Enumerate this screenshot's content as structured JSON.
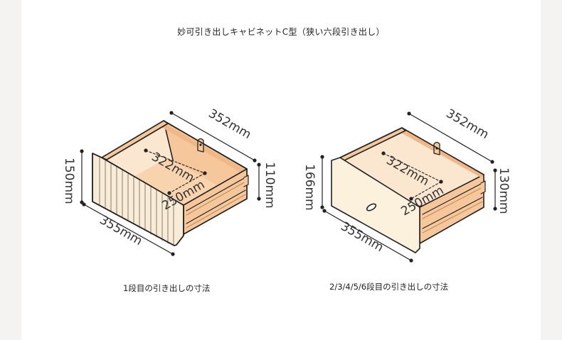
{
  "title": "妙可引き出しキャビネットC型（狭い六段引き出し）",
  "colors": {
    "wood": "#f5c79a",
    "wood_inner": "#fbe6cf",
    "front_left": "#f8ecd8",
    "front_right": "#fcf1dc",
    "outline": "#222222"
  },
  "left_drawer": {
    "caption": "1段目の引き出しの寸法",
    "width": "352mm",
    "depth": "355mm",
    "height": "110mm",
    "front_height": "150mm",
    "inner_width": "322mm",
    "inner_depth": "250mm",
    "front_style": "fluted"
  },
  "right_drawer": {
    "caption": "2/3/4/5/6段目の引き出しの寸法",
    "width": "352mm",
    "depth": "355mm",
    "height": "130mm",
    "front_height": "166mm",
    "inner_width": "322mm",
    "inner_depth": "250mm",
    "front_style": "flat-with-handle"
  }
}
